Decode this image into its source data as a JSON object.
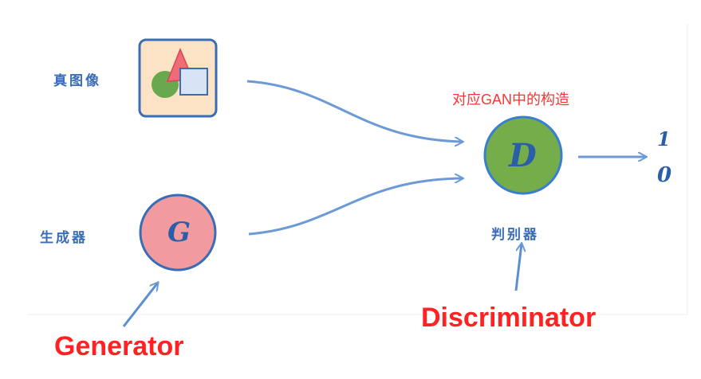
{
  "labels": {
    "real_image": "真图像",
    "generator_cn": "生成器",
    "discriminator_cn": "判别器",
    "gan_note": "对应GAN中的构造",
    "generator_en": "Generator",
    "discriminator_en": "Discriminator",
    "g_letter": "G",
    "d_letter": "D",
    "out_one": "1",
    "out_zero": "0"
  },
  "colors": {
    "blue": "#3a6db5",
    "green": "#74ad4a",
    "pink": "#f19aa0",
    "peach": "#fce3c6",
    "red": "#ff2a1a"
  }
}
